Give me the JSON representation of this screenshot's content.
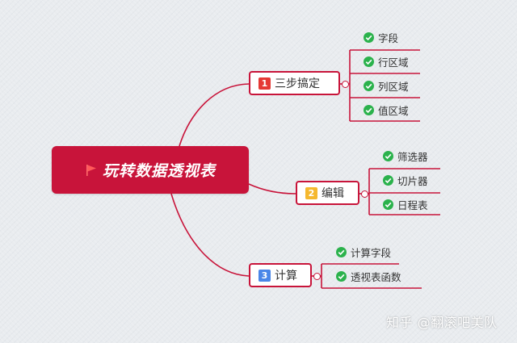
{
  "root": {
    "title": "玩转数据透视表"
  },
  "branches": [
    {
      "badge": "1",
      "label": "三步搞定",
      "items": [
        "字段",
        "行区域",
        "列区域",
        "值区域"
      ]
    },
    {
      "badge": "2",
      "label": "编辑",
      "items": [
        "筛选器",
        "切片器",
        "日程表"
      ]
    },
    {
      "badge": "3",
      "label": "计算",
      "items": [
        "计算字段",
        "透视表函数"
      ]
    }
  ],
  "colors": {
    "accent": "#c8143a",
    "badge_1": "#e53935",
    "badge_2": "#f5b82e",
    "badge_3": "#4a86e8",
    "check": "#2bb24c"
  },
  "watermark": "知乎 @翻滚吧美队"
}
